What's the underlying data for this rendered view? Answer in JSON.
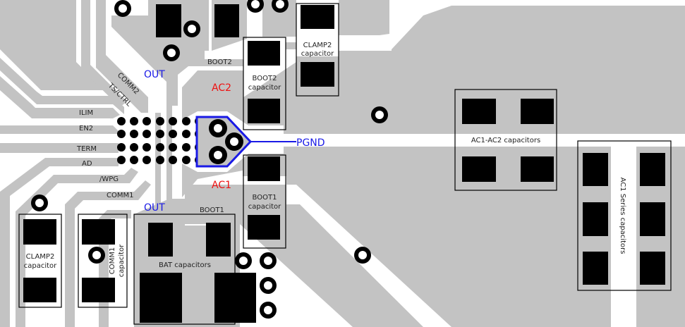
{
  "diagram": {
    "type": "pcb-layout",
    "colors": {
      "copper": "#c3c3c3",
      "clearance": "#ffffff",
      "pad": "#000000",
      "net_out": "#1a1ae6",
      "net_ac": "#ee1111",
      "pgnd_trace": "#1a1ae6"
    },
    "net_labels": {
      "out_top": "OUT",
      "out_bottom": "OUT",
      "ac2": "AC2",
      "ac1": "AC1",
      "pgnd": "PGND"
    },
    "signal_labels": {
      "comm2": "COMM2",
      "ts_ctrl": "TS/CTRL",
      "ilim": "ILIM",
      "en2": "EN2",
      "term": "TERM",
      "ad": "AD",
      "wpg": "/WPG",
      "comm1": "COMM1",
      "boot2": "BOOT2",
      "boot1": "BOOT1"
    },
    "components": {
      "boot2_cap": {
        "line1": "BOOT2",
        "line2": "capacitor"
      },
      "clamp2_cap_top": {
        "line1": "CLAMP2",
        "line2": "capacitor"
      },
      "boot1_cap": {
        "line1": "BOOT1",
        "line2": "capacitor"
      },
      "clamp2_cap_bottom": {
        "line1": "CLAMP2",
        "line2": "capacitor"
      },
      "comm1_cap": {
        "line1": "COMM1",
        "line2": "capacitor"
      },
      "bat_caps": {
        "label": "BAT capacitors"
      },
      "ac1_ac2_caps": {
        "label": "AC1-AC2 capacitors"
      },
      "ac1_series_caps": {
        "label": "AC1 Series capacitors"
      }
    },
    "ic_ball_grid": {
      "rows": 4,
      "cols": 7
    }
  }
}
